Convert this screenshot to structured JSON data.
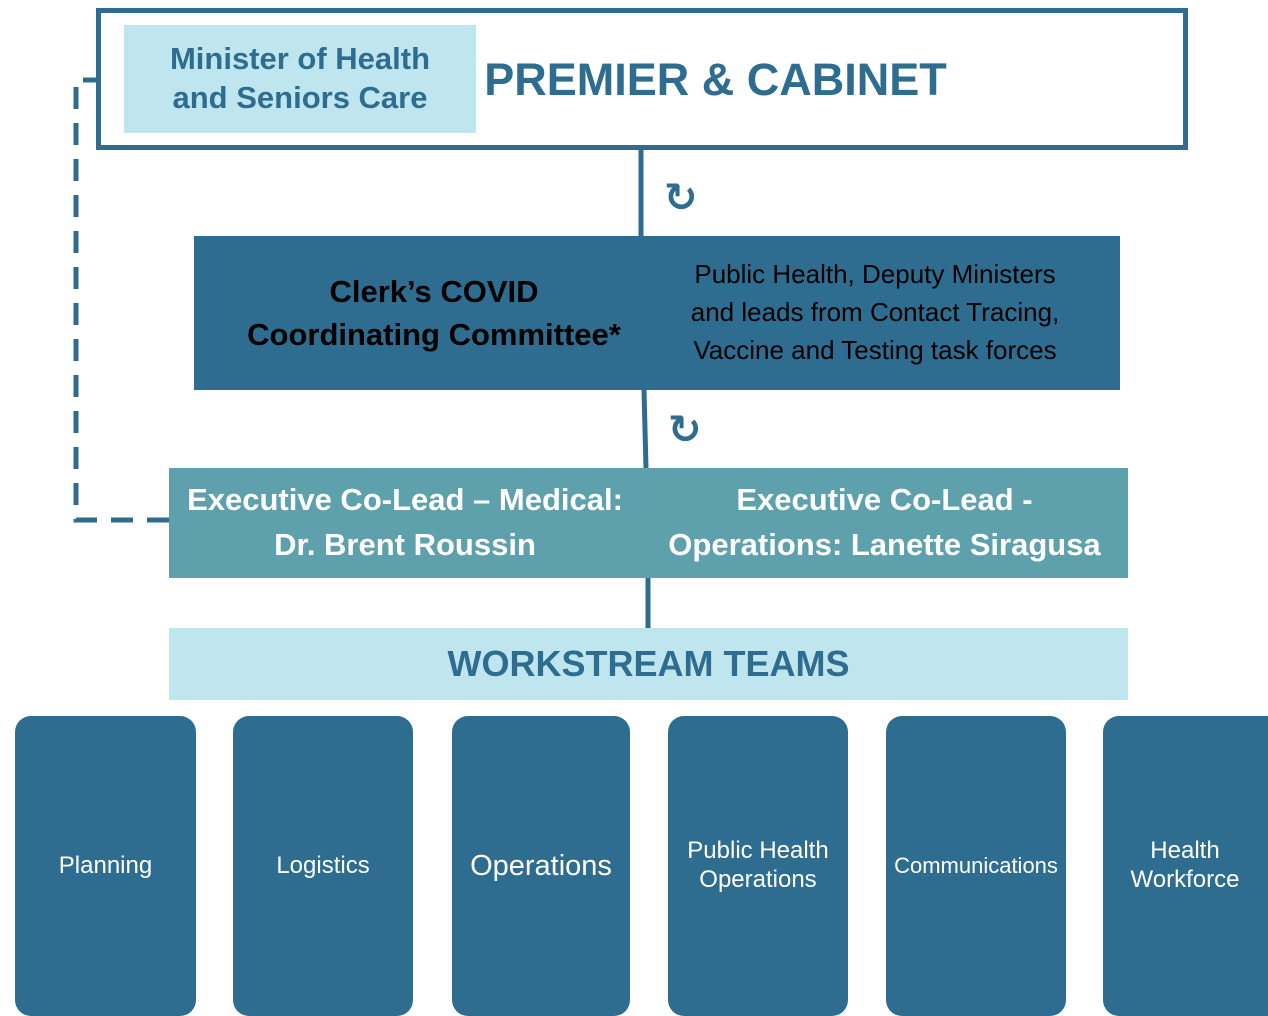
{
  "premier": {
    "title": "PREMIER & CABINET",
    "minister_line1": "Minister of Health",
    "minister_line2": "and Seniors Care"
  },
  "committee": {
    "title_line1": "Clerk’s COVID",
    "title_line2": "Coordinating Committee*",
    "desc_line1": "Public Health, Deputy Ministers",
    "desc_line2": "and leads from Contact Tracing,",
    "desc_line3": "Vaccine and Testing task forces"
  },
  "executive": {
    "medical_line1": "Executive Co-Lead – Medical:",
    "medical_line2": "Dr. Brent Roussin",
    "ops_line1": "Executive Co-Lead -",
    "ops_line2": "Operations: Lanette Siragusa"
  },
  "workstream": {
    "title": "WORKSTREAM TEAMS",
    "teams": [
      {
        "line1": "Planning",
        "line2": ""
      },
      {
        "line1": "Logistics",
        "line2": ""
      },
      {
        "line1": "Operations",
        "line2": ""
      },
      {
        "line1": "Public Health",
        "line2": "Operations"
      },
      {
        "line1": "Communications",
        "line2": ""
      },
      {
        "line1": "Health",
        "line2": "Workforce"
      }
    ]
  },
  "icons": {
    "cycle": "↻"
  },
  "colors": {
    "dark_blue": "#2e6d8f",
    "mid_teal": "#5ea1ad",
    "light_blue": "#bfe5ee"
  }
}
